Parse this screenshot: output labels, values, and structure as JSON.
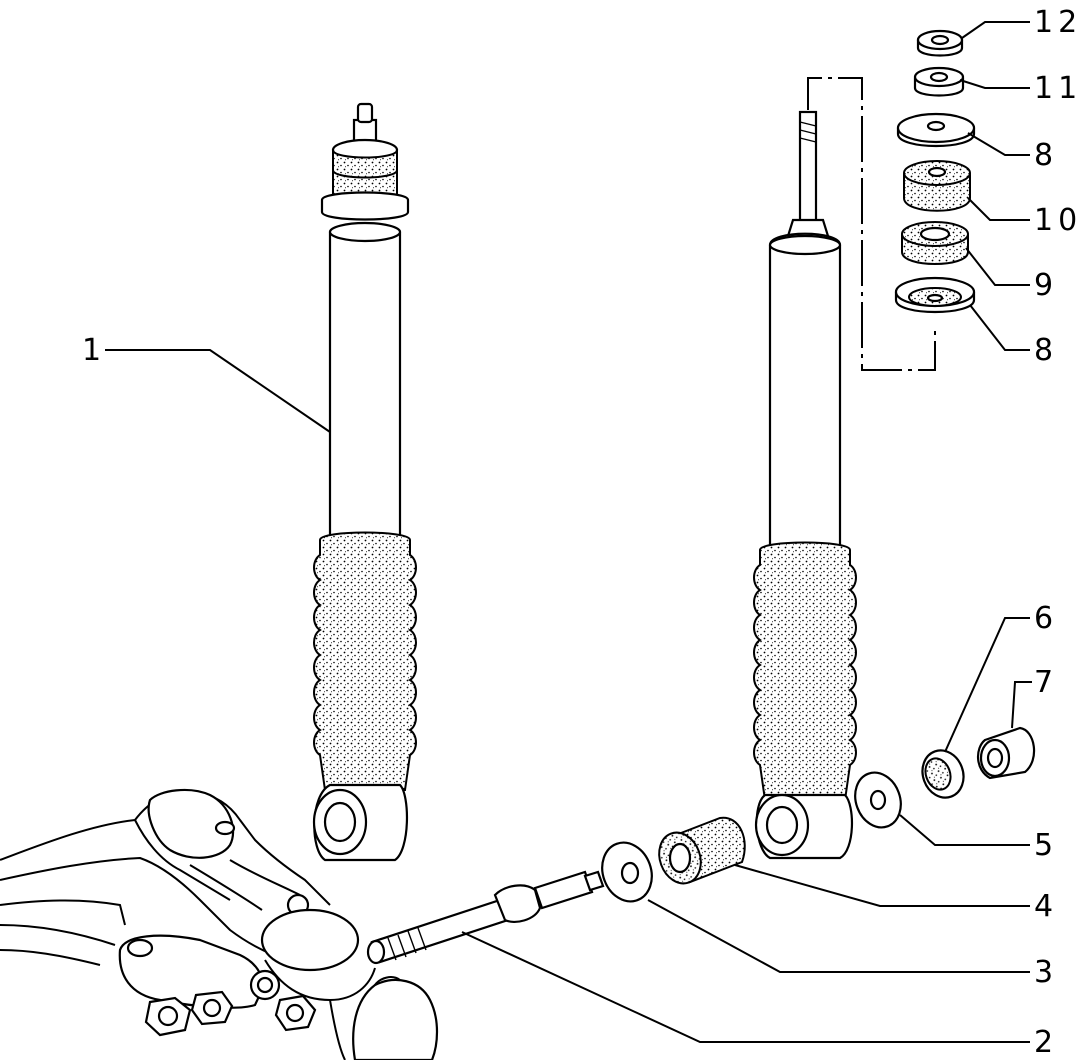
{
  "callouts": [
    {
      "id": "1",
      "label": "1"
    },
    {
      "id": "2",
      "label": "2"
    },
    {
      "id": "3",
      "label": "3"
    },
    {
      "id": "4",
      "label": "4"
    },
    {
      "id": "5",
      "label": "5"
    },
    {
      "id": "6",
      "label": "6"
    },
    {
      "id": "7",
      "label": "7"
    },
    {
      "id": "8a",
      "label": "8"
    },
    {
      "id": "8b",
      "label": "8"
    },
    {
      "id": "9",
      "label": "9"
    },
    {
      "id": "10",
      "label": "10"
    },
    {
      "id": "11",
      "label": "11"
    },
    {
      "id": "12",
      "label": "12"
    }
  ]
}
